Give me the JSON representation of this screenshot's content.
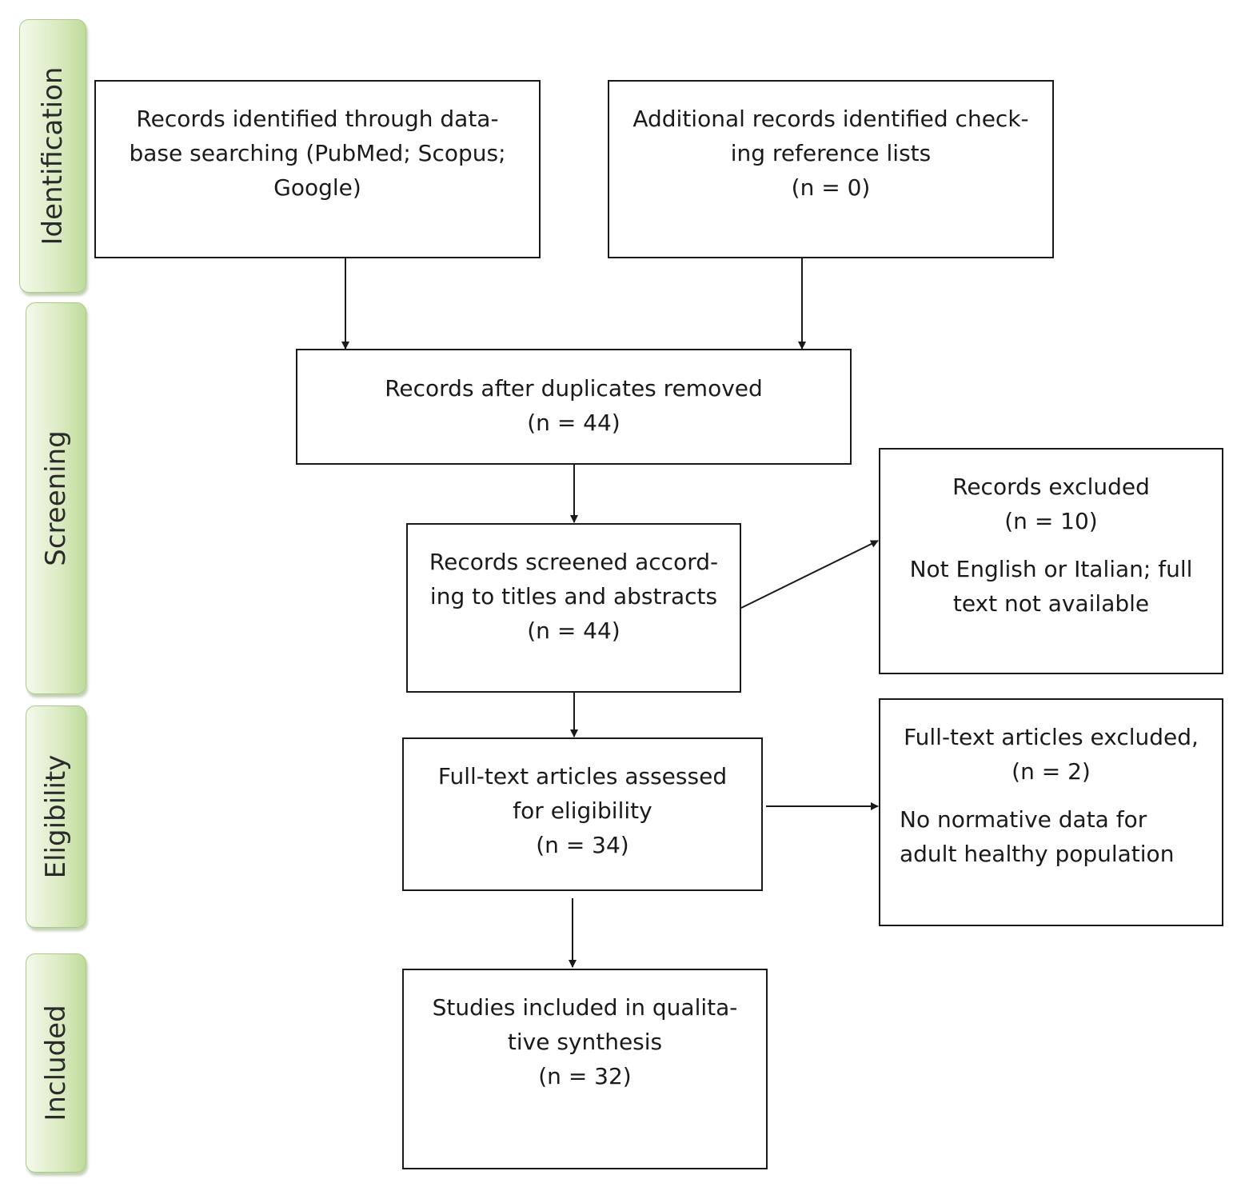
{
  "stages": {
    "identification": "Identification",
    "screening": "Screening",
    "eligibility": "Eligibility",
    "included": "Included"
  },
  "boxes": {
    "database": {
      "lines": [
        "Records identified through data-",
        "base searching (PubMed; Scopus;",
        "Google)"
      ]
    },
    "additional": {
      "lines": [
        "Additional records identified check-",
        "ing reference lists",
        "(n = 0)"
      ]
    },
    "duplicates": {
      "lines": [
        "Records after duplicates removed",
        "(n = 44)"
      ]
    },
    "screened": {
      "lines": [
        "Records screened accord-",
        "ing to titles and abstracts",
        "(n = 44)"
      ]
    },
    "excluded": {
      "lines": [
        "Records excluded",
        "(n = 10)"
      ],
      "reason": [
        "Not English or Italian; full",
        "text not available"
      ]
    },
    "fulltext": {
      "lines": [
        "Full-text articles assessed",
        "for eligibility",
        "(n = 34)"
      ]
    },
    "fulltext_excluded": {
      "lines": [
        "Full-text articles excluded,",
        "(n = 2)"
      ],
      "reason": [
        "No normative data for",
        "adult healthy population"
      ]
    },
    "included": {
      "lines": [
        "Studies included in qualita-",
        "tive synthesis",
        "(n = 32)"
      ]
    }
  }
}
